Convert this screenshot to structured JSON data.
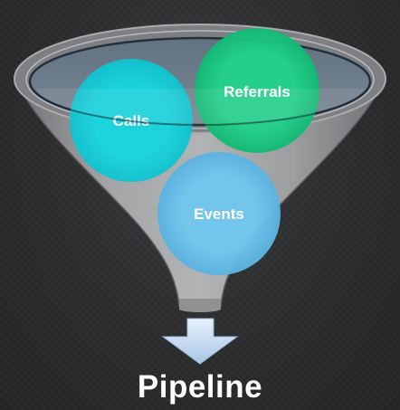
{
  "funnel_items": [
    {
      "label": "Calls",
      "color": "#19d8e2"
    },
    {
      "label": "Referrals",
      "color": "#1fd08a"
    },
    {
      "label": "Events",
      "color": "#6ec3ec"
    }
  ],
  "output": {
    "label": "Pipeline"
  },
  "colors": {
    "background": "#2d2e30",
    "funnel_body": "#8e8e8e",
    "funnel_rim": "#bcc3cc",
    "arrow": "#c8dcf2"
  }
}
